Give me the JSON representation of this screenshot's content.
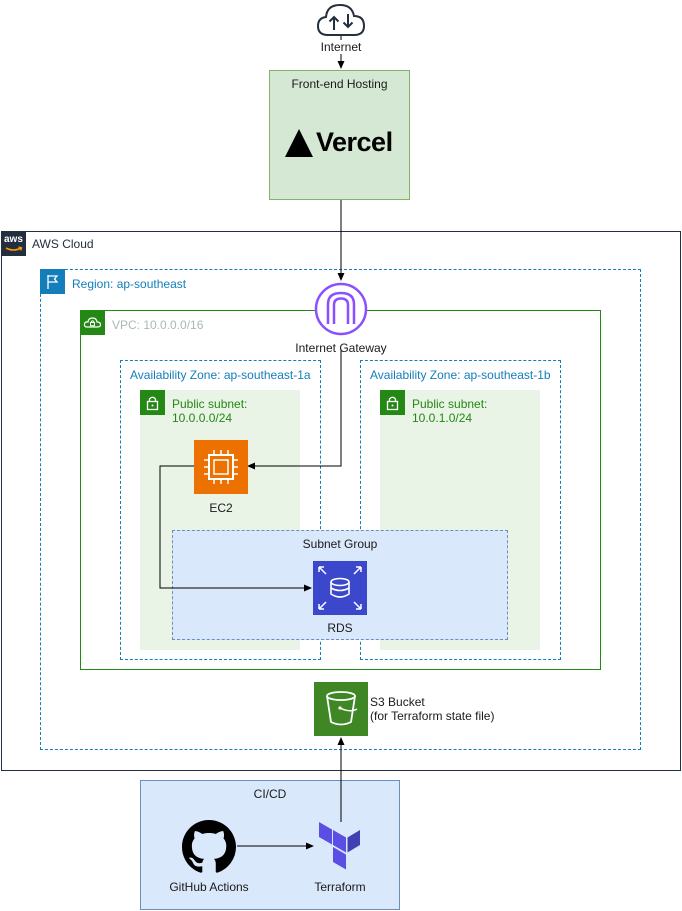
{
  "internet": {
    "label": "Internet"
  },
  "frontend": {
    "title": "Front-end Hosting",
    "logo_text": "Vercel"
  },
  "aws_cloud": {
    "label": "AWS Cloud",
    "badge": "aws"
  },
  "region": {
    "label": "Region: ap-southeast"
  },
  "vpc": {
    "label": "VPC: 10.0.0.0/16"
  },
  "internet_gateway": {
    "label": "Internet Gateway"
  },
  "az_a": {
    "label": "Availability Zone: ap-southeast-1a"
  },
  "az_b": {
    "label": "Availability Zone: ap-southeast-1b"
  },
  "subnet_a": {
    "label_line1": "Public subnet:",
    "label_line2": "10.0.0.0/24"
  },
  "subnet_b": {
    "label_line1": "Public subnet:",
    "label_line2": "10.0.1.0/24"
  },
  "ec2": {
    "label": "EC2"
  },
  "subnet_group": {
    "label": "Subnet Group"
  },
  "rds": {
    "label": "RDS"
  },
  "s3": {
    "label_line1": "S3 Bucket",
    "label_line2": "(for Terraform state file)"
  },
  "cicd": {
    "label": "CI/CD"
  },
  "github_actions": {
    "label": "GitHub Actions"
  },
  "terraform": {
    "label": "Terraform"
  },
  "colors": {
    "vercel_green_fill": "#d5e8d4",
    "aws_blue": "#147eba",
    "aws_green": "#248814",
    "ec2_orange": "#ed7100",
    "rds_blue": "#3b48cc",
    "s3_green": "#3f8624",
    "igw_purple": "#8c4fff",
    "terraform_purple": "#5c4ee5",
    "cicd_fill": "#dae8fc"
  }
}
